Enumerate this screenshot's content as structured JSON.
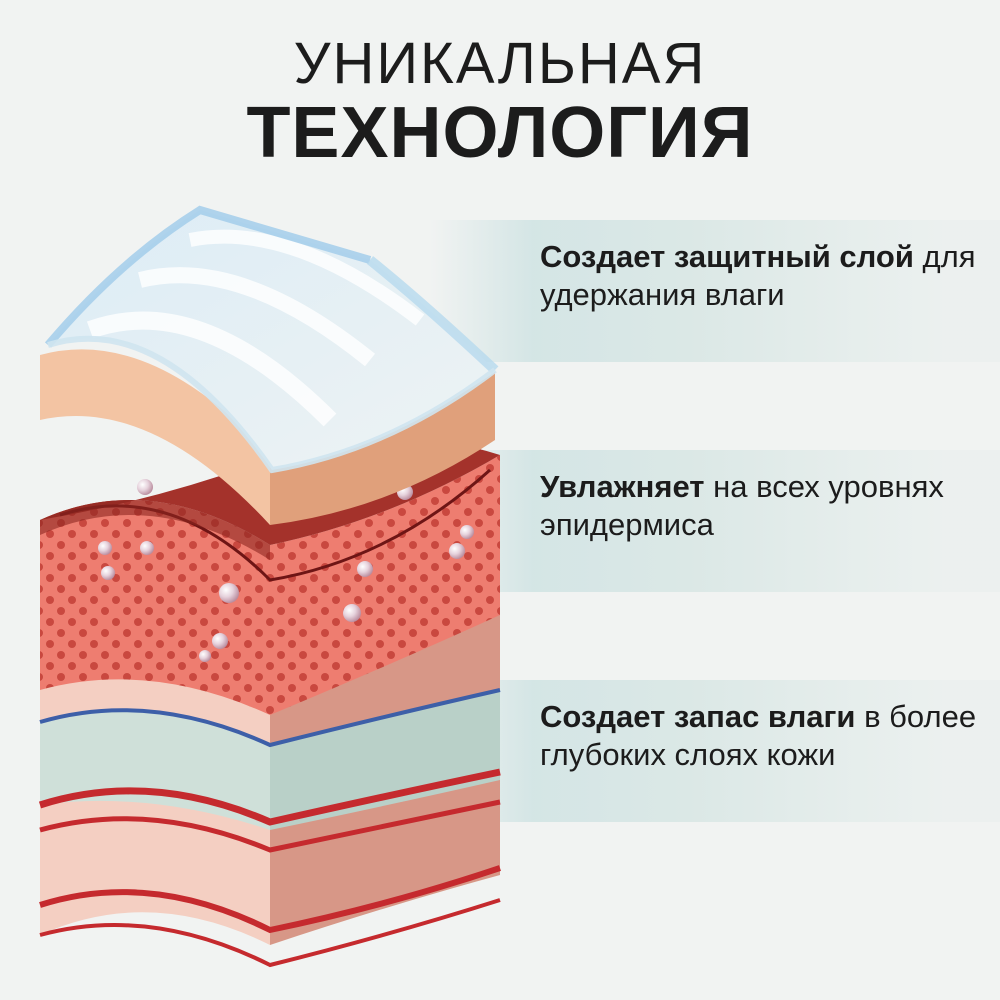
{
  "heading": {
    "line1": "УНИКАЛЬНАЯ",
    "line2": "ТЕХНОЛОГИЯ"
  },
  "captions": [
    {
      "bold": "Создает защитный слой",
      "rest": " для удержания влаги"
    },
    {
      "bold": "Увлажняет",
      "rest": " на всех уровнях эпидермиса"
    },
    {
      "bold": "Создает запас влаги",
      "rest": " в более глубоких слоях кожи"
    }
  ],
  "colors": {
    "background": "#f1f3f2",
    "text": "#1c1c1c",
    "film": "#c9e3f2",
    "skin_top": "#f3c4a3",
    "dermis_red": "#a4322b",
    "dermis_side": "#ee7d70",
    "base_pink": "#f0c6b8",
    "base_mint": "#cfe0d9",
    "line_blue": "#3d5fa8",
    "line_red": "#c52a2e"
  }
}
